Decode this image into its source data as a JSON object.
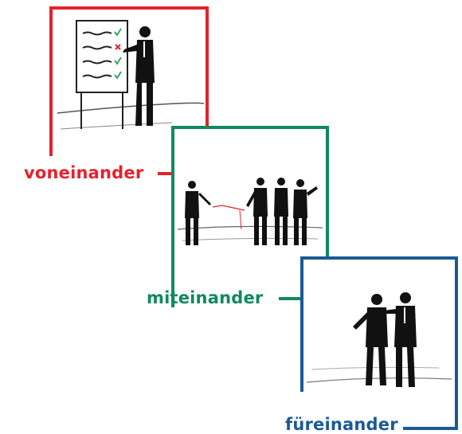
{
  "panels": [
    {
      "id": "voneinander",
      "label": "voneinander",
      "color": "#e3222c"
    },
    {
      "id": "miteinander",
      "label": "miteinander",
      "color": "#0f8a5f"
    },
    {
      "id": "fureinander",
      "label": "füreinander",
      "color": "#1a5a95"
    }
  ],
  "icons": [
    "presenter-at-flipchart-illustration",
    "group-communication-illustration",
    "partners-supporting-illustration"
  ]
}
